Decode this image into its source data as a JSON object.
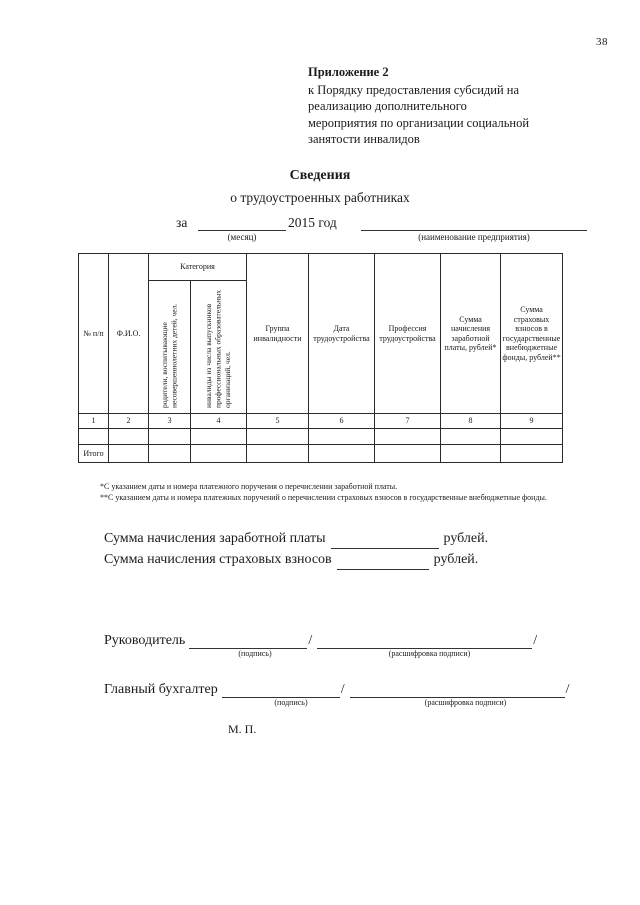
{
  "page": {
    "number": "38"
  },
  "appendix": {
    "title": "Приложение 2",
    "lines": [
      "к Порядку предоставления субсидий на",
      "реализацию дополнительного",
      "мероприятия по организации социальной",
      "занятости инвалидов"
    ]
  },
  "document": {
    "title": "Сведения",
    "subtitle": "о трудоустроенных работниках"
  },
  "period": {
    "preposition": "за",
    "year_label": "2015 год",
    "month_caption": "(месяц)",
    "org_caption": "(наименование предприятия)",
    "month_value": "",
    "org_value": ""
  },
  "table": {
    "headers": {
      "num": "№ п/п",
      "fio": "Ф.И.О.",
      "category": "Категория",
      "category_sub1": "родители, воспитывающие несовершеннолетних детей, чел.",
      "category_sub2": "инвалиды из числа выпускников профессиональных образовательных организаций, чел.",
      "disability_group": "Группа инвалидности",
      "employment_date": "Дата трудоустройства",
      "employment_profession": "Профессия трудоустройства",
      "wage_sum": "Сумма начисления заработной платы, рублей*",
      "insurance_sum": "Сумма страховых взносов в государственные внебюджетные фонды, рублей**"
    },
    "column_numbers": [
      "1",
      "2",
      "3",
      "4",
      "5",
      "6",
      "7",
      "8",
      "9"
    ],
    "data_rows": [
      [
        "",
        "",
        "",
        "",
        "",
        "",
        "",
        "",
        ""
      ]
    ],
    "total_label": "Итого",
    "total_row": [
      "",
      "",
      "",
      "",
      "",
      "",
      "",
      ""
    ]
  },
  "footnotes": {
    "first": "*С указанием  даты и номера  платежного  поручения о перечислении заработной платы.",
    "second": "**С   указанием  даты  и  номера    платежных    поручений о перечислении страховых взносов в государственные внебюджетные фонды."
  },
  "totals": {
    "wage_prefix": "Сумма начисления заработной платы",
    "wage_value": "",
    "wage_suffix": "рублей.",
    "insurance_prefix": "Сумма начисления страховых взносов",
    "insurance_value": "",
    "insurance_suffix": "рублей."
  },
  "signatures": {
    "director_label": "Руководитель",
    "accountant_label": "Главный бухгалтер",
    "signature_caption": "(подпись)",
    "transcript_caption": "(расшифровка подписи)",
    "slash": "/",
    "director_signature": "",
    "director_name": "",
    "accountant_signature": "",
    "accountant_name": "",
    "stamp": "М. П."
  }
}
